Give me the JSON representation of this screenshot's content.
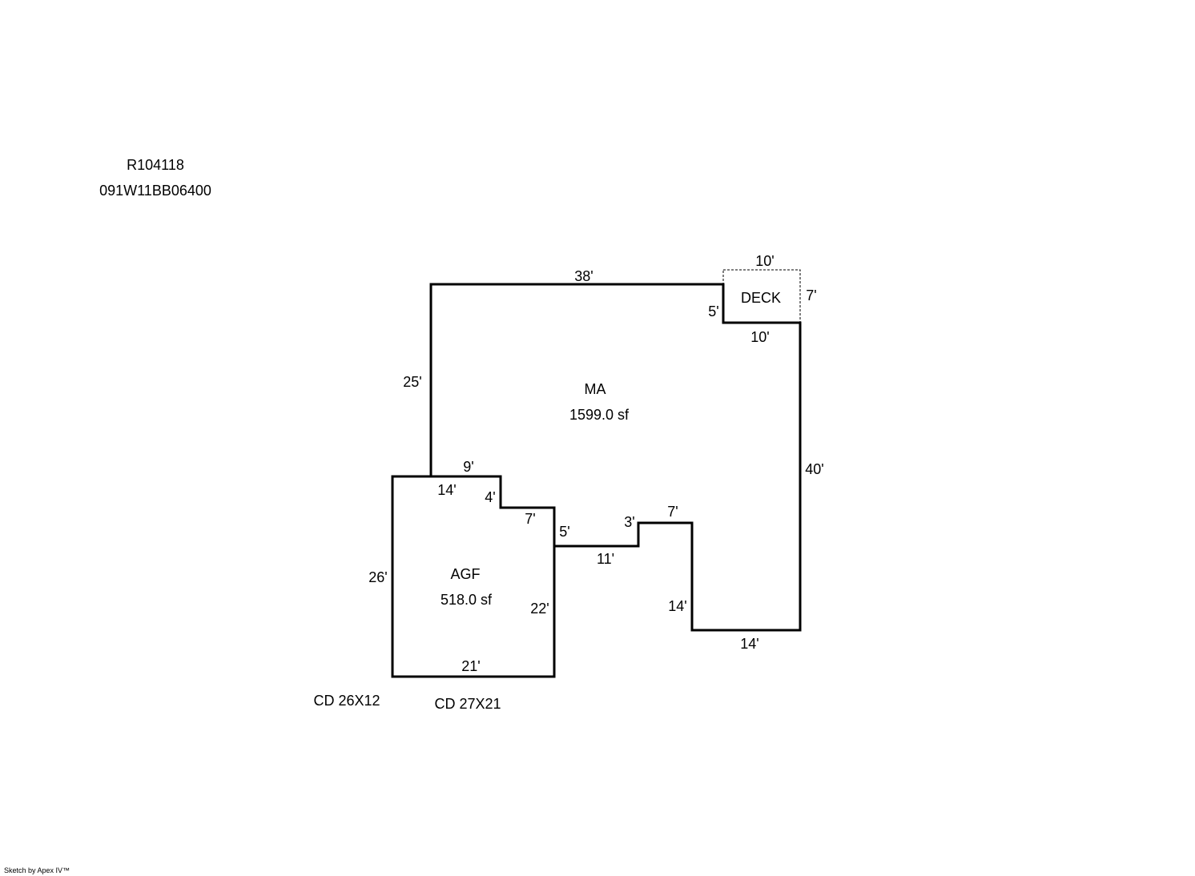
{
  "header": {
    "parcel_id": "R104118",
    "map_number": "091W11BB06400"
  },
  "areas": {
    "ma": {
      "label": "MA",
      "size": "1599.0 sf"
    },
    "agf": {
      "label": "AGF",
      "size": "518.0 sf"
    },
    "deck": {
      "label": "DECK"
    }
  },
  "dims": {
    "ma_top": "38'",
    "ma_left": "25'",
    "ma_notch_left_step": "5'",
    "ma_notch_bottom": "10'",
    "ma_right": "40'",
    "ma_bottom_right": "14'",
    "ma_inner_vertical": "14'",
    "ma_step_top": "7'",
    "ma_step_small": "3'",
    "ma_bottom_mid": "11'",
    "ma_bottom_left": "9'",
    "deck_top": "10'",
    "deck_right": "7'",
    "agf_top": "14'",
    "agf_step": "4'",
    "agf_step_top": "7'",
    "agf_right_upper": "5'",
    "agf_left": "26'",
    "agf_right": "22'",
    "agf_bottom": "21'"
  },
  "notes": {
    "cd_left": "CD 26X12",
    "cd_right": "CD 27X21"
  },
  "footer": {
    "credit": "Sketch by Apex IV™"
  }
}
